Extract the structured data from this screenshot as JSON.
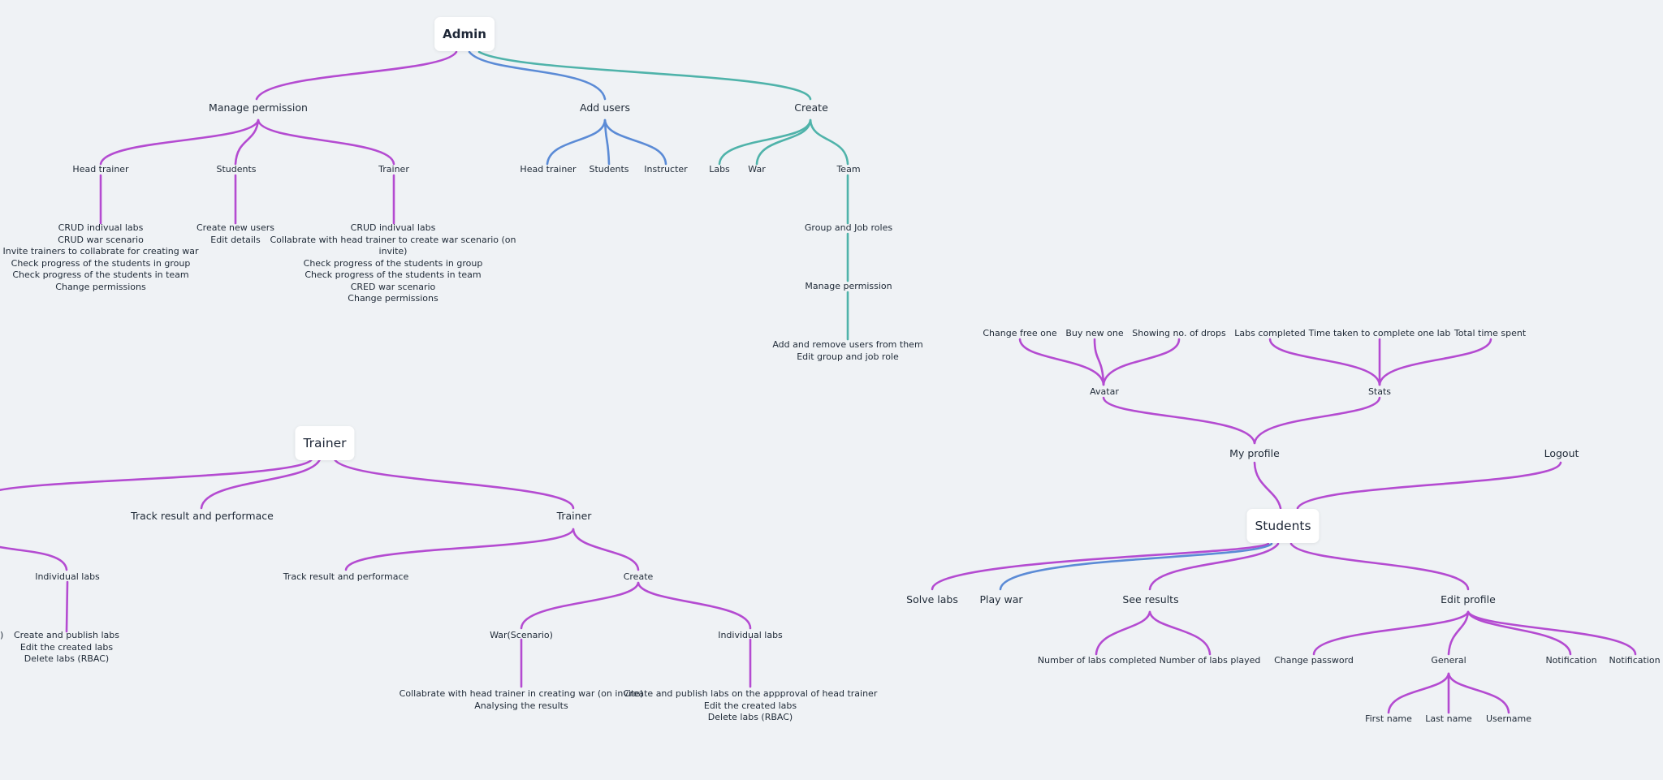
{
  "admin": {
    "root": "Admin",
    "manage_permission": {
      "label": "Manage permission",
      "head_trainer": {
        "label": "Head trainer",
        "details": [
          "CRUD indivual labs",
          "CRUD war scenario",
          "Invite trainers to collabrate for creating war",
          "Check progress of the students in group",
          "Check progress of the students in team",
          "Change permissions"
        ]
      },
      "students": {
        "label": "Students",
        "details": [
          "Create new users",
          "Edit details"
        ]
      },
      "trainer": {
        "label": "Trainer",
        "details": [
          "CRUD indivual labs",
          "Collabrate with head trainer to create war scenario (on",
          "invite)",
          "Check progress of the students in group",
          "Check progress of the students in team",
          "CRED war scenario",
          "Change permissions"
        ]
      }
    },
    "add_users": {
      "label": "Add users",
      "children": [
        "Head trainer",
        "Students",
        "Instructer"
      ]
    },
    "create": {
      "label": "Create",
      "labs": "Labs",
      "war": "War",
      "team": "Team",
      "group_roles": "Group and Job roles",
      "manage_permission": "Manage permission",
      "details": [
        "Add and remove users from them",
        "Edit group and job role"
      ]
    }
  },
  "trainer": {
    "root": "Trainer",
    "track_result": "Track result and performace",
    "individual_labs": {
      "label": "Individual labs",
      "details": [
        "Create and publish labs",
        "Edit the created labs",
        "Delete labs (RBAC)"
      ]
    },
    "edge_fragment": ")",
    "trainer_sub": {
      "label": "Trainer",
      "track_result": "Track result and performace",
      "create": {
        "label": "Create",
        "war": {
          "label": "War(Scenario)",
          "details": [
            "Collabrate with head trainer in creating war (on invite)",
            "Analysing the results"
          ]
        },
        "individual_labs": {
          "label": "Individual labs",
          "details": [
            "Create and publish labs on the appproval of head trainer",
            "Edit the created labs",
            "Delete labs (RBAC)"
          ]
        }
      }
    }
  },
  "students": {
    "root": "Students",
    "my_profile": {
      "label": "My profile",
      "avatar": {
        "label": "Avatar",
        "children": [
          "Change free one",
          "Buy new one",
          "Showing no. of drops"
        ]
      },
      "stats": {
        "label": "Stats",
        "children": [
          "Labs completed",
          "Time taken to complete one lab",
          "Total time spent"
        ]
      }
    },
    "logout": "Logout",
    "solve_labs": "Solve labs",
    "play_war": "Play war",
    "see_results": {
      "label": "See results",
      "children": [
        "Number of labs completed",
        "Number of labs played"
      ]
    },
    "edit_profile": {
      "label": "Edit profile",
      "change_password": "Change password",
      "general": {
        "label": "General",
        "children": [
          "First name",
          "Last name",
          "Username"
        ]
      },
      "notification_1": "Notification",
      "notification_2": "Notification"
    }
  },
  "colors": {
    "background": "#eff2f5",
    "purple": "#b44bd1",
    "blue": "#5b8bd6",
    "teal": "#4fb3aa"
  }
}
